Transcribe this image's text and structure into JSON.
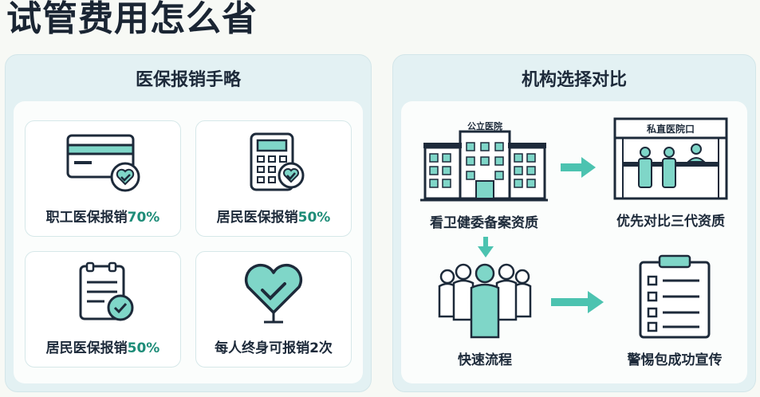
{
  "page_title": "试管费用怎么省",
  "left_panel": {
    "heading": "医保报销手略",
    "cards": [
      {
        "label": "职工医保报销",
        "percent": "70%",
        "icon": "credit-card-heart-icon"
      },
      {
        "label": "居民医保报销",
        "percent": "50%",
        "icon": "calculator-heart-icon"
      },
      {
        "label": "居民医保报销",
        "percent": "50%",
        "icon": "document-check-icon"
      },
      {
        "label": "每人终身可报销2次",
        "percent": "",
        "icon": "heart-check-icon"
      }
    ]
  },
  "right_panel": {
    "heading": "机构选择对比",
    "public_hospital": {
      "sign": "公立医院",
      "label": "看卫健委备案资质"
    },
    "private_hospital": {
      "sign": "私直医院口",
      "label": "优先对比三代资质"
    },
    "fast_process": {
      "label": "快速流程"
    },
    "checklist": {
      "label": "警惕包成功宣传"
    }
  },
  "colors": {
    "accent": "#4cc3b0",
    "accent_dark": "#1e8c78",
    "line": "#1d2a3a",
    "panel": "#e3f1f3"
  }
}
